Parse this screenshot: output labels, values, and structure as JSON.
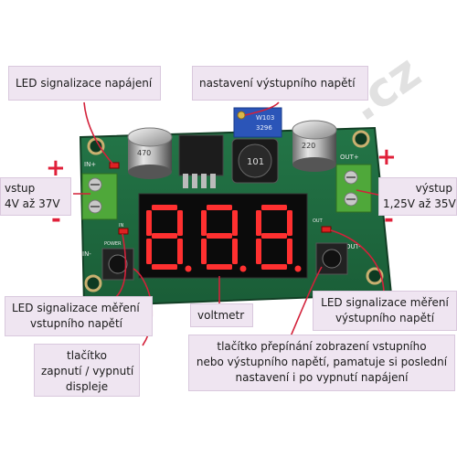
{
  "callouts": {
    "led_power": "LED signalizace napájení",
    "output_adjust": "nastavení výstupního napětí",
    "input": {
      "line1": "vstup",
      "line2": "4V až 37V"
    },
    "output": {
      "line1": "výstup",
      "line2": "1,25V až 35V"
    },
    "led_input": {
      "line1": "LED signalizace měření",
      "line2": "vstupního napětí"
    },
    "voltmeter": "voltmetr",
    "led_output": {
      "line1": "LED signalizace měření",
      "line2": "výstupního napětí"
    },
    "power_button": {
      "line1": "tlačítko",
      "line2": "zapnutí / vypnutí",
      "line3": "displeje"
    },
    "switch_button": {
      "line1": "tlačítko přepínání zobrazení vstupního",
      "line2": "nebo výstupního napětí, pamatuje si poslední",
      "line3": "nastavení i po vypnutí napájení"
    }
  },
  "board": {
    "labels": {
      "in_plus": "IN+",
      "in_minus": "IN-",
      "out_plus": "OUT+",
      "out_minus": "OUT-",
      "in_small": "IN",
      "out_small": "OUT",
      "power_small": "POWER",
      "inductor": "101",
      "pot_code": "W103",
      "pot_code2": "3296",
      "cap_left": "470",
      "cap_right": "220"
    },
    "polarity": {
      "plus": "+",
      "minus": "-"
    },
    "watermark": ".cz"
  },
  "colors": {
    "pcb": "#1f6b3f",
    "pcb_dark": "#15522f",
    "terminal": "#4fa83a",
    "callout_bg": "#efe5f1",
    "leader": "#d3213a",
    "polarity": "#e0203a",
    "display_red": "#ff3030"
  }
}
